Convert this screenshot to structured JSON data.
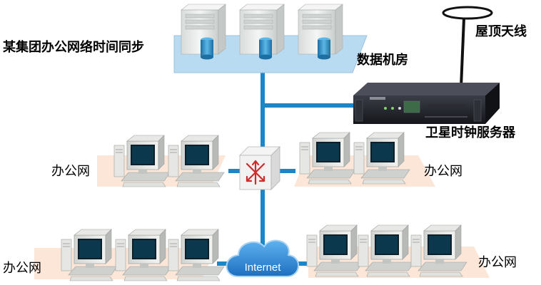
{
  "labels": {
    "title": "某集团办公网络时间同步",
    "datacenter": "数据机房",
    "antenna": "屋顶天线",
    "satellite_server": "卫星时钟服务器",
    "office_left_mid": "办公网",
    "office_right_mid": "办公网",
    "office_left_bottom": "办公网",
    "office_right_bottom": "办公网",
    "internet": "Internet"
  },
  "colors": {
    "link": "#1f86c6",
    "platform_server": "#b9dbf1",
    "platform_office": "#fbe6d8",
    "internet_cloud": "#2b88d8",
    "server_body": "#e9eceb",
    "server_disk": "#2a93c8",
    "rack_unit": "#22232a"
  },
  "icons": [
    "server-tower-icon",
    "rack-server-icon",
    "antenna-icon",
    "router-icon",
    "desktop-computer-icon",
    "cloud-icon"
  ]
}
